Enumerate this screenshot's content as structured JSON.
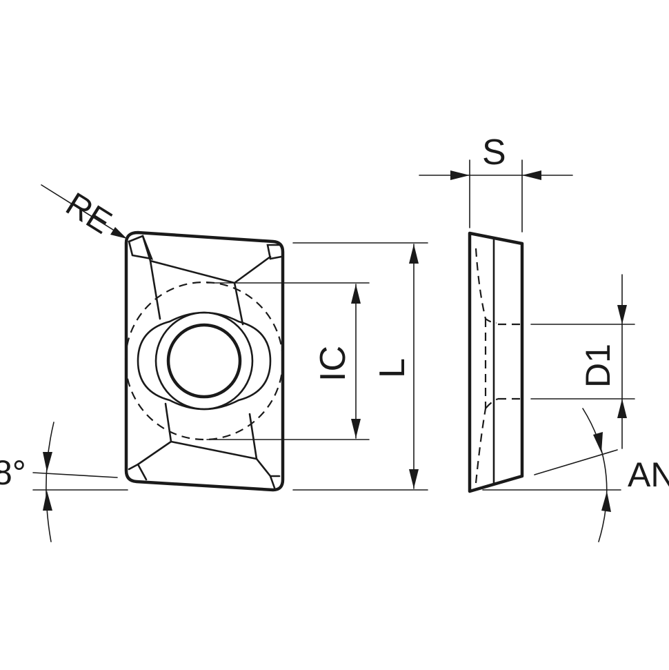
{
  "labels": {
    "corner_radius": "RE",
    "inscribed_circle": "IC",
    "length": "L",
    "thickness": "S",
    "hole_diameter": "D1",
    "clearance_angle": "AN",
    "angle_value": "8°"
  },
  "colors": {
    "line": "#1a1a1a",
    "background": "#ffffff"
  }
}
